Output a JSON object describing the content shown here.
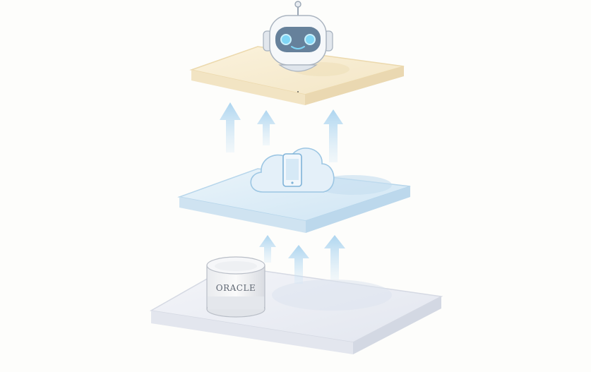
{
  "diagram": {
    "layers": [
      {
        "id": "top",
        "icon": "robot-icon",
        "color": "#f7ebcf"
      },
      {
        "id": "middle",
        "icon": "cloud-phone-icon",
        "color": "#dcecf6"
      },
      {
        "id": "bottom",
        "icon": "database-cylinder-icon",
        "color": "#eceff4"
      }
    ],
    "database_label": "ORACLE",
    "arrow_color": "#b9dcf2"
  }
}
